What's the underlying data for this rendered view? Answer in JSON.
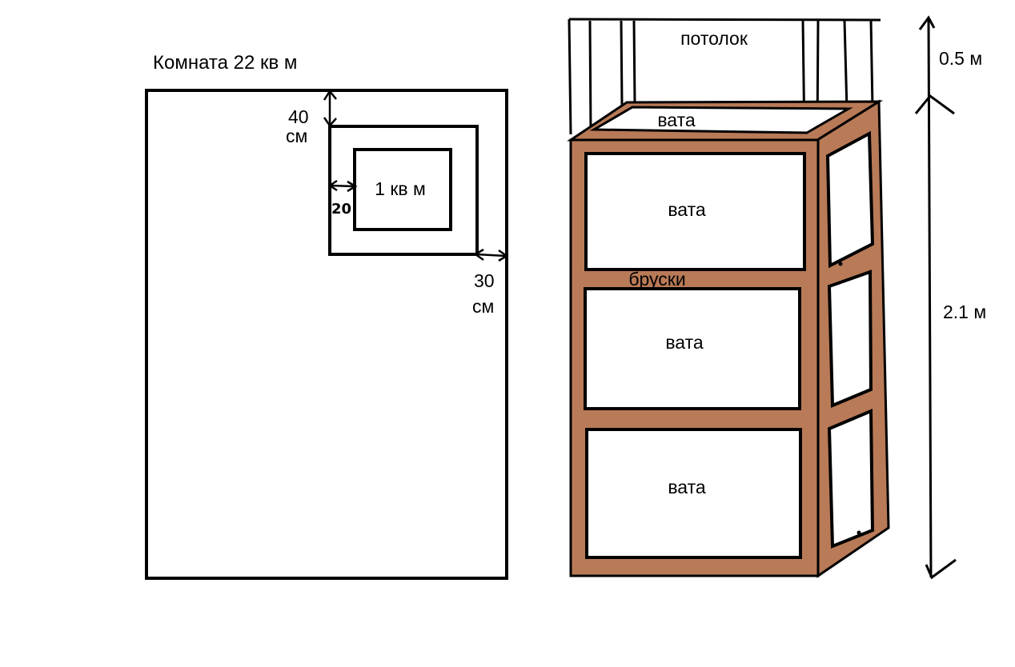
{
  "floor_plan": {
    "room_label": "Комната 22 кв м",
    "inner_label": "1 кв м",
    "top_gap_value": "40",
    "top_gap_unit": "см",
    "side_gap_value": "30",
    "side_gap_unit": "см",
    "inner_gap_value": "20"
  },
  "frame": {
    "ceiling_label": "потолок",
    "top_insulation_label": "вата",
    "panel_labels": [
      "вата",
      "вата",
      "вата"
    ],
    "beams_label": "бруски",
    "ceiling_gap_height": "0.5 м",
    "frame_height": "2.1 м"
  },
  "colors": {
    "wood": "#b97a57",
    "line": "#000000",
    "background": "#ffffff"
  }
}
